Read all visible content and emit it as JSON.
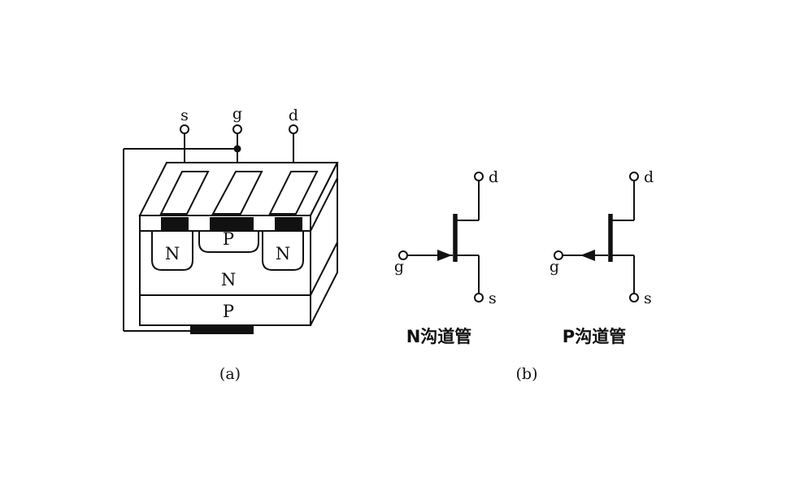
{
  "figure": {
    "panel_a": {
      "caption": "(a)",
      "terminal_s": "s",
      "terminal_g": "g",
      "terminal_d": "d",
      "region_n_left": "N",
      "region_p_top": "P",
      "region_n_right": "N",
      "region_n_body": "N",
      "region_p_substrate": "P"
    },
    "panel_b": {
      "caption": "(b)",
      "n_channel": {
        "label": "N沟道管",
        "drain": "d",
        "source": "s",
        "gate": "g"
      },
      "p_channel": {
        "label": "P沟道管",
        "drain": "d",
        "source": "s",
        "gate": "g"
      }
    },
    "colors": {
      "ink": "#111111",
      "background": "#ffffff"
    }
  }
}
